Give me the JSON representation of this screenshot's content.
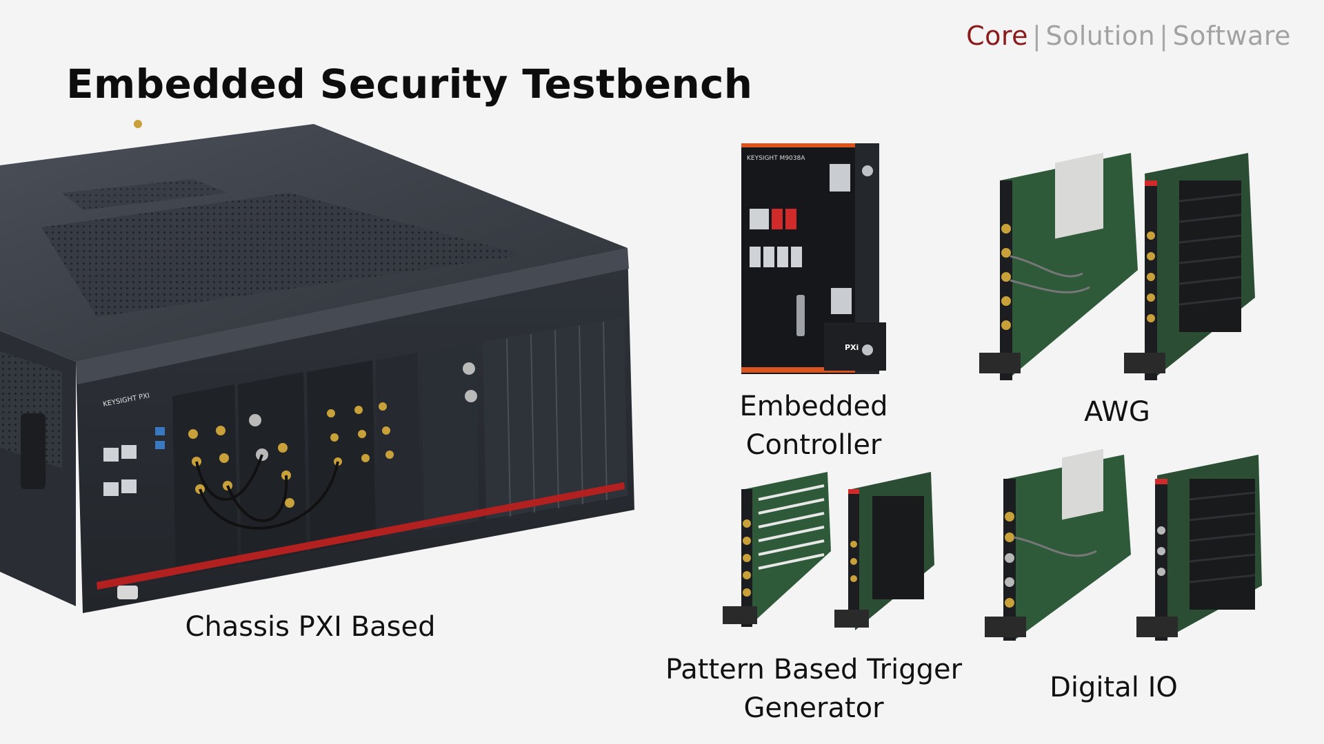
{
  "nav": {
    "items": [
      {
        "label": "Core",
        "active": true
      },
      {
        "label": "Solution",
        "active": false
      },
      {
        "label": "Software",
        "active": false
      }
    ],
    "separator": "|"
  },
  "title": "Embedded Security Testbench",
  "products": {
    "chassis": {
      "caption": "Chassis PXI Based",
      "icon": "pxi-chassis-image"
    },
    "controller": {
      "caption_line1": "Embedded",
      "caption_line2": "Controller",
      "icon": "embedded-controller-image"
    },
    "awg": {
      "caption": "AWG",
      "icon": "awg-module-image"
    },
    "trigger": {
      "caption_line1": "Pattern Based Trigger",
      "caption_line2": "Generator",
      "icon": "trigger-generator-module-image"
    },
    "digital_io": {
      "caption": "Digital IO",
      "icon": "digital-io-module-image"
    }
  },
  "colors": {
    "accent": "#8b1a1a",
    "nav_inactive": "#a2a2a2",
    "chassis_body": "#3a3e46",
    "pcb_green": "#2f5a3a",
    "connector_gold": "#c9a13a",
    "controller_accent": "#d9541e"
  }
}
